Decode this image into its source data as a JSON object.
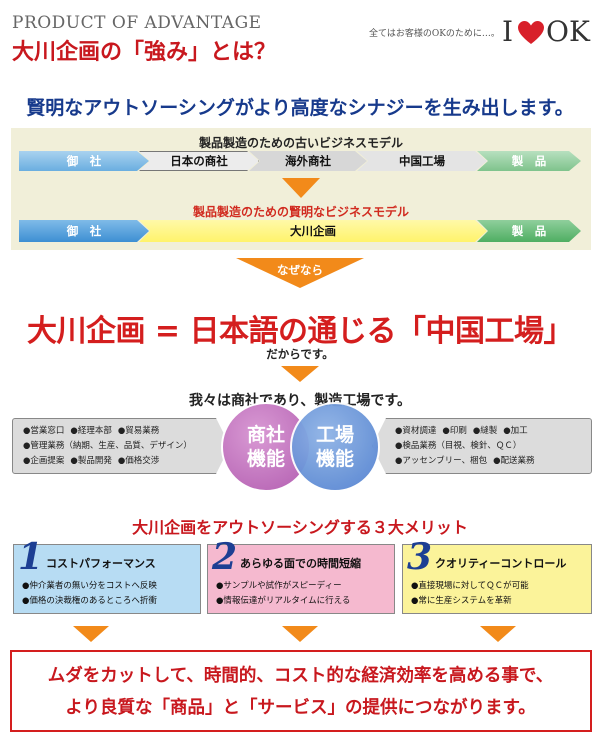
{
  "header": {
    "eyebrow": "PRODUCT OF ADVANTAGE",
    "title": "大川企画の「強み」とは？",
    "tagline": "全てはお客様のOKのために…。",
    "logo": {
      "i": "I",
      "ok": "OK",
      "heart_color": "#d8202a"
    }
  },
  "headline": "賢明なアウトソーシングがより高度なシナジーを生み出します。",
  "models": {
    "old": {
      "title": "製品製造のための古いビジネスモデル",
      "steps": [
        "御　社",
        "日本の商社",
        "海外商社",
        "中国工場",
        "製　品"
      ]
    },
    "new": {
      "title": "製品製造のための賢明なビジネスモデル",
      "steps": [
        "御　社",
        "大川企画",
        "製　品"
      ]
    }
  },
  "because_label": "なぜなら",
  "big_statement": "大川企画 = 日本語の通じる「中国工場」",
  "because_suffix": "だからです。",
  "statement": "我々は商社であり、製造工場です。",
  "functions": {
    "trade": {
      "circle": [
        "商社",
        "機能"
      ],
      "rows": [
        [
          "●営業窓口",
          "●経理本部",
          "●貿易業務"
        ],
        [
          "●管理業務（納期、生産、品質、デザイン）"
        ],
        [
          "●企画提案",
          "●製品開発",
          "●価格交渉"
        ]
      ]
    },
    "factory": {
      "circle": [
        "工場",
        "機能"
      ],
      "rows": [
        [
          "●資材調達",
          "●印刷",
          "●縫製",
          "●加工"
        ],
        [
          "●検品業務（目視、検針、ＱＣ）"
        ],
        [
          "●アッセンブリー、梱包",
          "●配送業務"
        ]
      ]
    }
  },
  "merits": {
    "title": "大川企画をアウトソーシングする３大メリット",
    "items": [
      {
        "num": "1",
        "head": "コストパフォーマンス",
        "points": [
          "●仲介業者の無い分をコストへ反映",
          "●価格の決裁権のあるところへ折衝"
        ]
      },
      {
        "num": "2",
        "head": "あらゆる面での時間短縮",
        "points": [
          "●サンプルや試作がスピーディー",
          "●情報伝達がリアルタイムに行える"
        ]
      },
      {
        "num": "3",
        "head": "クオリティーコントロール",
        "points": [
          "●直接現場に対してＱＣが可能",
          "●常に生産システムを革新"
        ]
      }
    ]
  },
  "conclusion": [
    "ムダをカットして、時間的、コスト的な経済効率を高める事で、",
    "より良質な「商品」と「サービス」の提供につながります。"
  ],
  "colors": {
    "red": "#c8181e",
    "navy": "#173a8c",
    "orange": "#f28a1a",
    "blue_chevron": "#6aaee0",
    "yellow_chevron": "#fff36b",
    "green_chevron": "#7fc38c"
  }
}
